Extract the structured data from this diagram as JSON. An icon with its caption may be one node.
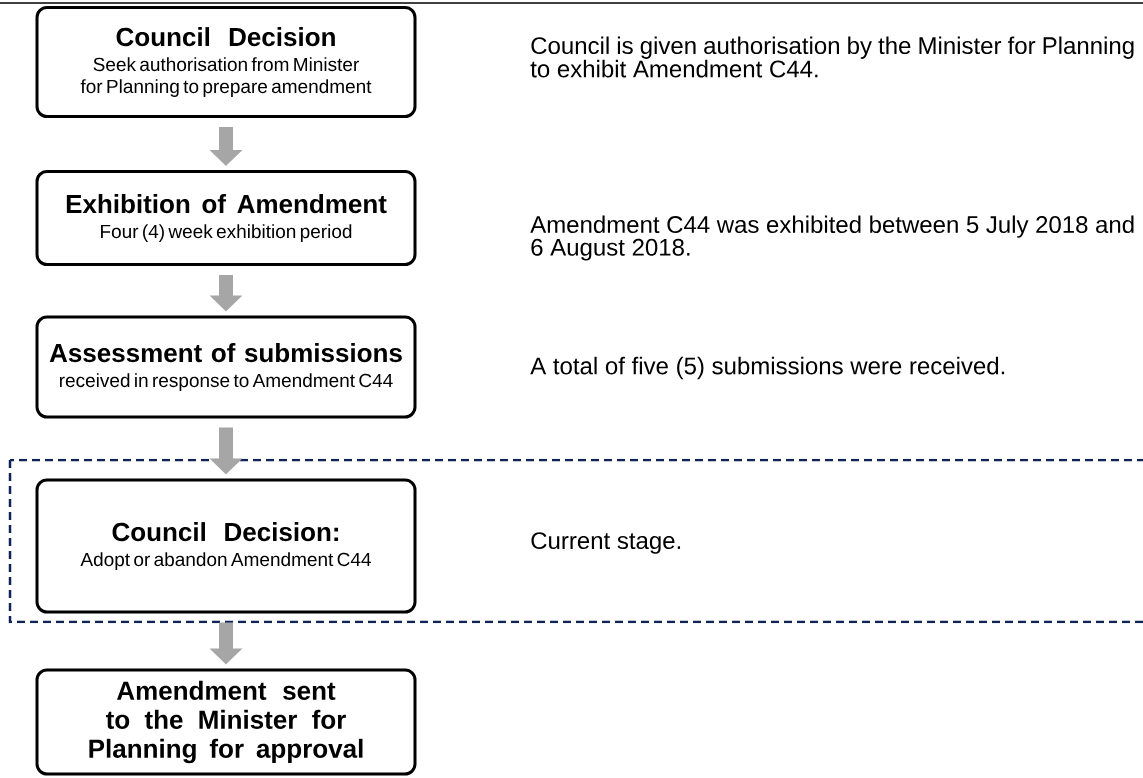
{
  "diagram": {
    "nodes": [
      {
        "text": [
          "Council Decision",
          "Seek authorisation from Minister for Planning to prepare amendment"
        ]
      },
      {
        "text": [
          "Exhibition of Amendment",
          "Four (4) week exhibition period"
        ]
      },
      {
        "text": [
          "Assessment of submissions",
          "received in response to Amendment C44"
        ]
      },
      {
        "text": [
          "Council Decision:",
          "Adopt or abandon Amendment C44"
        ]
      },
      {
        "text": [
          "Amendment sent to the Minister for Planning for approval"
        ]
      }
    ],
    "edges": [
      {
        "from": 0,
        "to": 1,
        "arrow": "to"
      },
      {
        "from": 1,
        "to": 2,
        "arrow": "to"
      },
      {
        "from": 2,
        "to": 3,
        "arrow": "to"
      },
      {
        "from": 3,
        "to": 4,
        "arrow": "to"
      }
    ],
    "labels": [
      "Council is given authorisation by the Minister for Planning to exhibit Amendment C44.",
      "Amendment C44 was exhibited between 5 July 2018 and 6 August 2018.",
      "A total of five (5) submissions were received.",
      "Current stage."
    ]
  }
}
